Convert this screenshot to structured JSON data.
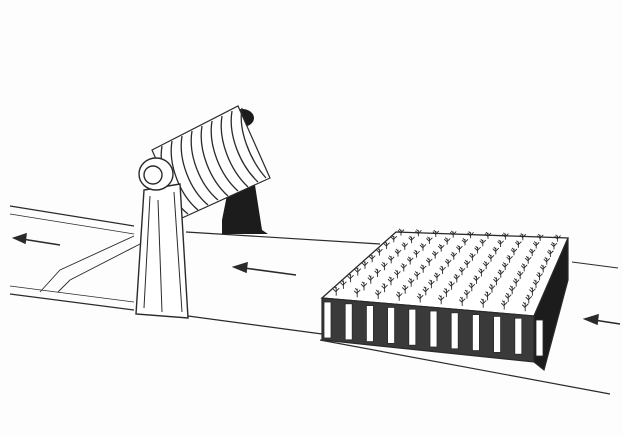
{
  "illustration": {
    "style": "line-drawing",
    "colors": {
      "ink": "#2a2a2a",
      "paper": "#fdfdfd",
      "shadow": "#1c1c1c",
      "soil": "#3a3a3a",
      "light_gray": "#cfcfcf"
    },
    "elements": {
      "conveyor_direction": "right-to-left",
      "arrow_count": 3,
      "plant_tray_grid": {
        "rows": 10,
        "cols": 10
      },
      "roller_ribs": 9
    }
  }
}
